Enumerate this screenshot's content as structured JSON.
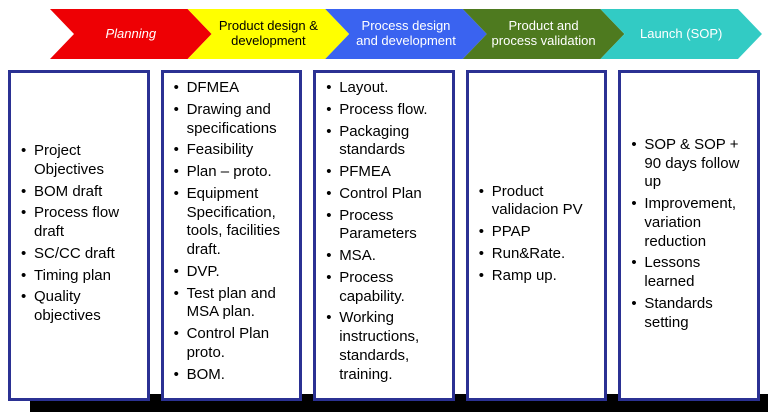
{
  "phases": [
    {
      "label": "Planning",
      "color": "#ee0004",
      "text_color": "#ffffff"
    },
    {
      "label": "Product design & development",
      "color": "#ffff00",
      "text_color": "#000000"
    },
    {
      "label": "Process design and development",
      "color": "#3a63f0",
      "text_color": "#ffffff"
    },
    {
      "label": "Product and process validation",
      "color": "#4e7a1f",
      "text_color": "#ffffff"
    },
    {
      "label": "Launch (SOP)",
      "color": "#32cbc4",
      "text_color": "#ffffff"
    }
  ],
  "columns": [
    {
      "phase": "Planning",
      "items": [
        "Project Objectives",
        "BOM draft",
        "Process flow draft",
        "SC/CC draft",
        "Timing plan",
        "Quality objectives"
      ]
    },
    {
      "phase": "Product design & development",
      "items": [
        "DFMEA",
        "Drawing and specifications",
        "Feasibility",
        "Plan – proto.",
        "Equipment Specification, tools, facilities draft.",
        "DVP.",
        "Test plan and MSA plan.",
        "Control Plan proto.",
        "BOM."
      ]
    },
    {
      "phase": "Process design and development",
      "items": [
        "Layout.",
        "Process flow.",
        "Packaging standards",
        "PFMEA",
        "Control Plan",
        "Process Parameters",
        "MSA.",
        "Process capability.",
        "Working instructions, standards, training."
      ]
    },
    {
      "phase": "Product and process validation",
      "items": [
        "Product validacion PV",
        "PPAP",
        "Run&Rate.",
        "Ramp up."
      ]
    },
    {
      "phase": "Launch (SOP)",
      "items": [
        "SOP & SOP + 90 days follow up",
        "Improvement, variation reduction",
        "Lessons learned",
        "Standards setting"
      ]
    }
  ],
  "style_colors": {
    "box_border": "#2b3193",
    "bottom_bar": "#000000"
  }
}
